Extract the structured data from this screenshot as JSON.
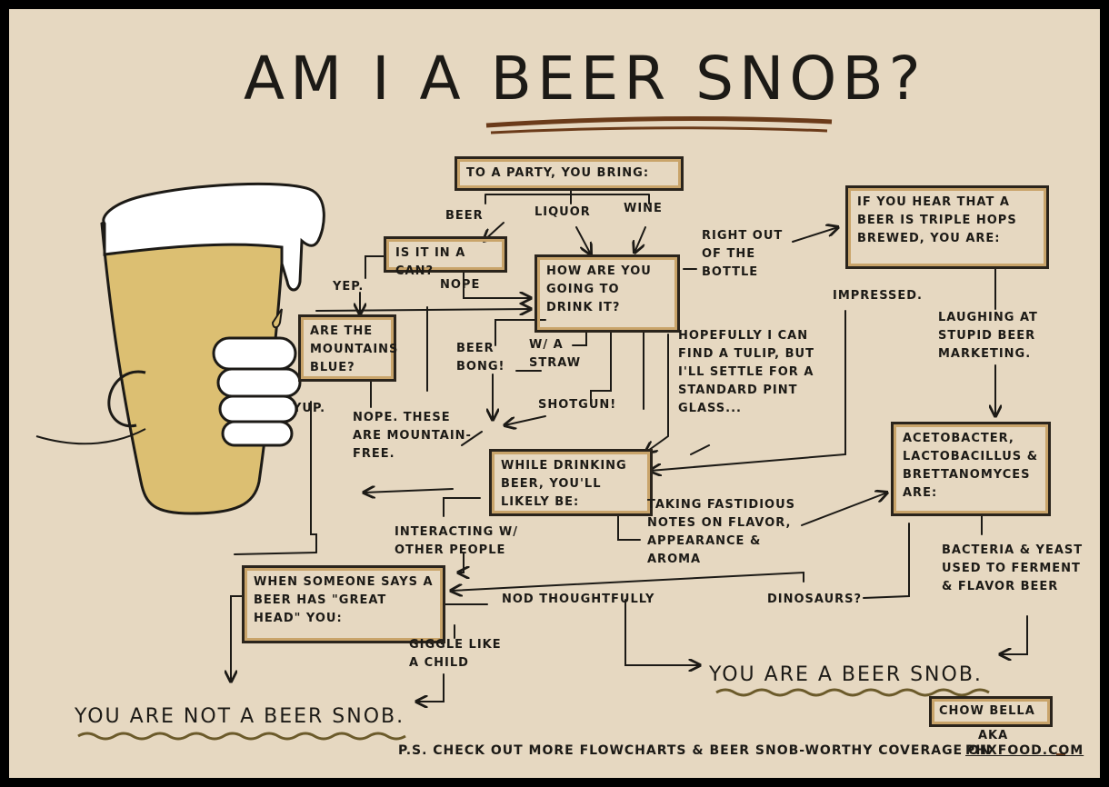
{
  "title": "AM I A BEER SNOB?",
  "nodes": {
    "party": "TO A PARTY, YOU BRING:",
    "opt_beer": "BEER",
    "opt_liquor": "LIQUOR",
    "opt_wine": "WINE",
    "can": "IS IT IN A CAN?",
    "yep": "YEP.",
    "nope": "NOPE",
    "mountains": "ARE THE MOUNTAINS BLUE?",
    "yup": "YUP.",
    "nope_mountain": "NOPE. THESE ARE MOUNTAIN-FREE.",
    "drink": "HOW ARE YOU GOING TO DRINK IT?",
    "beer_bong": "BEER BONG!",
    "straw": "W/ A STRAW",
    "shotgun": "SHOTGUN!",
    "bottle": "RIGHT OUT OF THE BOTTLE",
    "tulip": "HOPEFULLY I CAN FIND A TULIP, BUT I'LL SETTLE FOR A STANDARD PINT GLASS...",
    "triple": "IF YOU HEAR THAT A BEER IS TRIPLE HOPS BREWED, YOU ARE:",
    "impressed": "IMPRESSED.",
    "laughing": "LAUGHING AT STUPID BEER MARKETING.",
    "while": "WHILE DRINKING BEER, YOU'LL LIKELY BE:",
    "interacting": "INTERACTING W/ OTHER PEOPLE",
    "notes": "TAKING FASTIDIOUS NOTES ON FLAVOR, APPEARANCE & AROMA",
    "aceto": "ACETOBACTER, LACTOBACILLUS & BRETTANOMYCES ARE:",
    "bacteria": "BACTERIA & YEAST USED TO FERMENT & FLAVOR BEER",
    "dinosaurs": "DINOSAURS?",
    "head": "WHEN SOMEONE SAYS A BEER HAS \"GREAT HEAD\" YOU:",
    "nod": "NOD THOUGHTFULLY",
    "giggle": "GIGGLE LIKE A CHILD",
    "snob": "YOU ARE A BEER SNOB.",
    "not_snob": "YOU ARE NOT A BEER SNOB."
  },
  "credit": {
    "chow": "CHOW BELLA",
    "aka": "AKA",
    "ps": "P.S.   CHECK OUT MORE FLOWCHARTS & BEER SNOB-WORTHY COVERAGE ON",
    "site": "PHXFOOD.COM"
  },
  "colors": {
    "paper": "#e6d8c1",
    "ink": "#1c1a16",
    "beer": "#dcbf72",
    "box_accent": "#c9a46a",
    "underline_brown": "#6b3b1a"
  }
}
